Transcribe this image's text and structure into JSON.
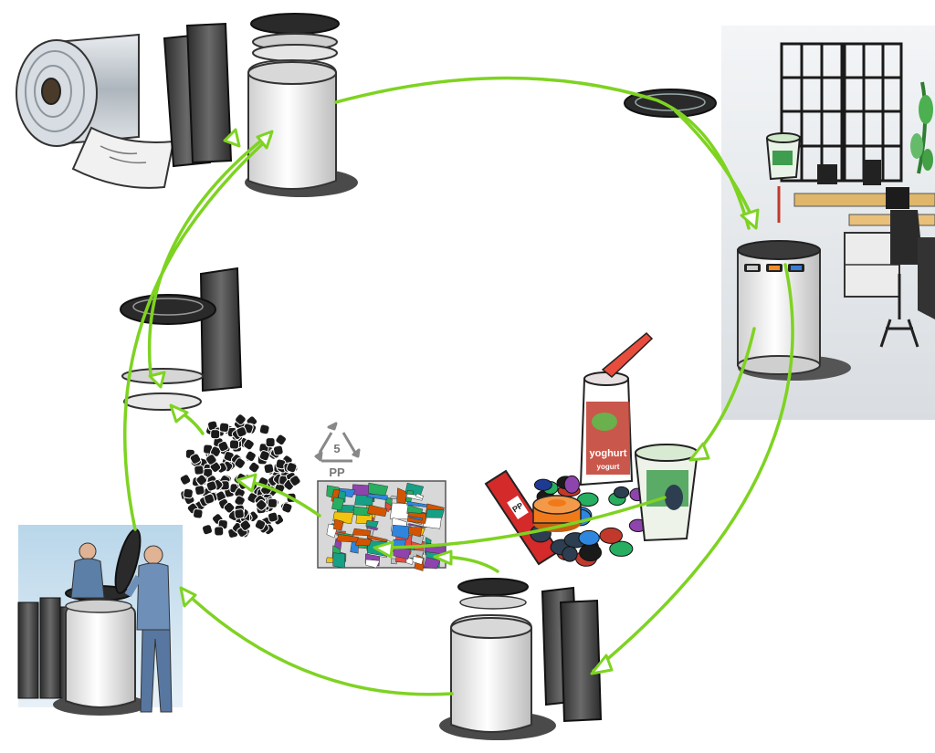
{
  "recycling_symbol": {
    "number": "5",
    "code": "PP"
  },
  "product_labels": {
    "yogurt_front": "yoghurt",
    "yogurt_back": "yogurt",
    "glue_stick": "PP"
  },
  "colors": {
    "arrow": "#7ed321",
    "bin_body": "#f2f2f2",
    "lid": "#2a2a2a",
    "liner": "#3a3a3a",
    "granulate": "#1b1b1b",
    "office_bg": "#e9ecef",
    "factory_bg": "#cfe3f0",
    "cap_orange": "#f07a1a",
    "glue_red": "#d42a2a",
    "yogurt_red": "#c0392b"
  },
  "icons": [
    "recycle-triangle-icon"
  ]
}
